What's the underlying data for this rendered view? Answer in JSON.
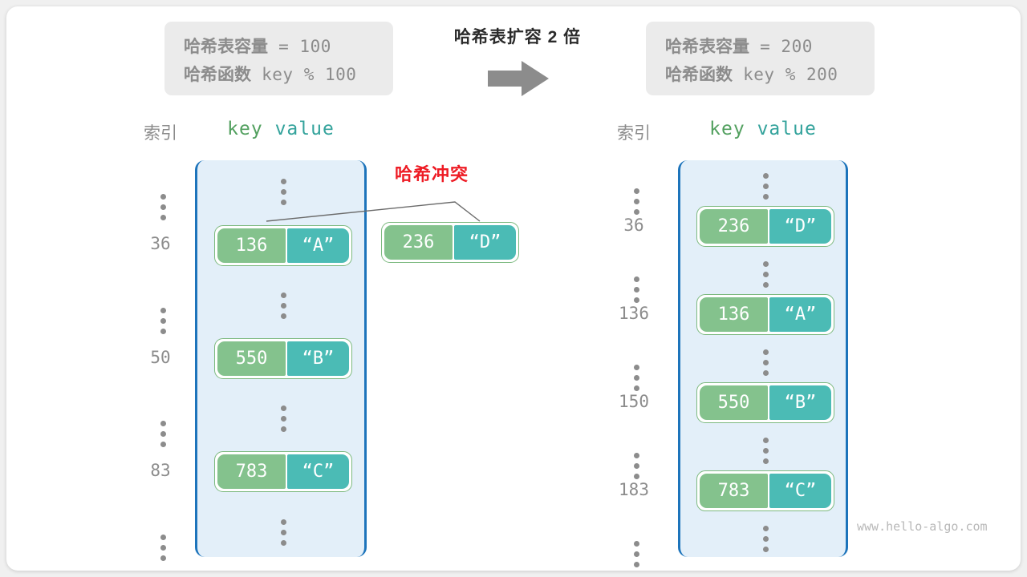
{
  "page": {
    "watermark": "www.hello-algo.com",
    "accent_blue": "#1d74bb",
    "bucket_fill": "#e3eff9",
    "key_color": "#84c28d",
    "value_color": "#4bbbb5",
    "collision_color": "#ee1c25"
  },
  "transition": {
    "title": "哈希表扩容 2 倍",
    "arrow_icon": "right-arrow-icon"
  },
  "before": {
    "info": {
      "capacity_label": "哈希表容量",
      "capacity_text": " = 100",
      "function_label": "哈希函数",
      "function_text": " key % 100"
    },
    "headers": {
      "index": "索引",
      "key": "key",
      "value": "value"
    },
    "rows": [
      {
        "index": "⋮",
        "type": "ellipsis"
      },
      {
        "index": "36",
        "type": "pair",
        "key": "136",
        "value": "“A”"
      },
      {
        "index": "⋮",
        "type": "ellipsis"
      },
      {
        "index": "50",
        "type": "pair",
        "key": "550",
        "value": "“B”"
      },
      {
        "index": "⋮",
        "type": "ellipsis"
      },
      {
        "index": "83",
        "type": "pair",
        "key": "783",
        "value": "“C”"
      },
      {
        "index": "⋮",
        "type": "ellipsis"
      }
    ],
    "collision": {
      "label": "哈希冲突",
      "pair": {
        "key": "236",
        "value": "“D”"
      }
    }
  },
  "after": {
    "info": {
      "capacity_label": "哈希表容量",
      "capacity_text": " = 200",
      "function_label": "哈希函数",
      "function_text": " key % 200"
    },
    "headers": {
      "index": "索引",
      "key": "key",
      "value": "value"
    },
    "rows": [
      {
        "index": "⋮",
        "type": "ellipsis"
      },
      {
        "index": "36",
        "type": "pair",
        "key": "236",
        "value": "“D”"
      },
      {
        "index": "⋮",
        "type": "ellipsis"
      },
      {
        "index": "136",
        "type": "pair",
        "key": "136",
        "value": "“A”"
      },
      {
        "index": "⋮",
        "type": "ellipsis"
      },
      {
        "index": "150",
        "type": "pair",
        "key": "550",
        "value": "“B”"
      },
      {
        "index": "⋮",
        "type": "ellipsis"
      },
      {
        "index": "183",
        "type": "pair",
        "key": "783",
        "value": "“C”"
      },
      {
        "index": "⋮",
        "type": "ellipsis"
      }
    ]
  }
}
